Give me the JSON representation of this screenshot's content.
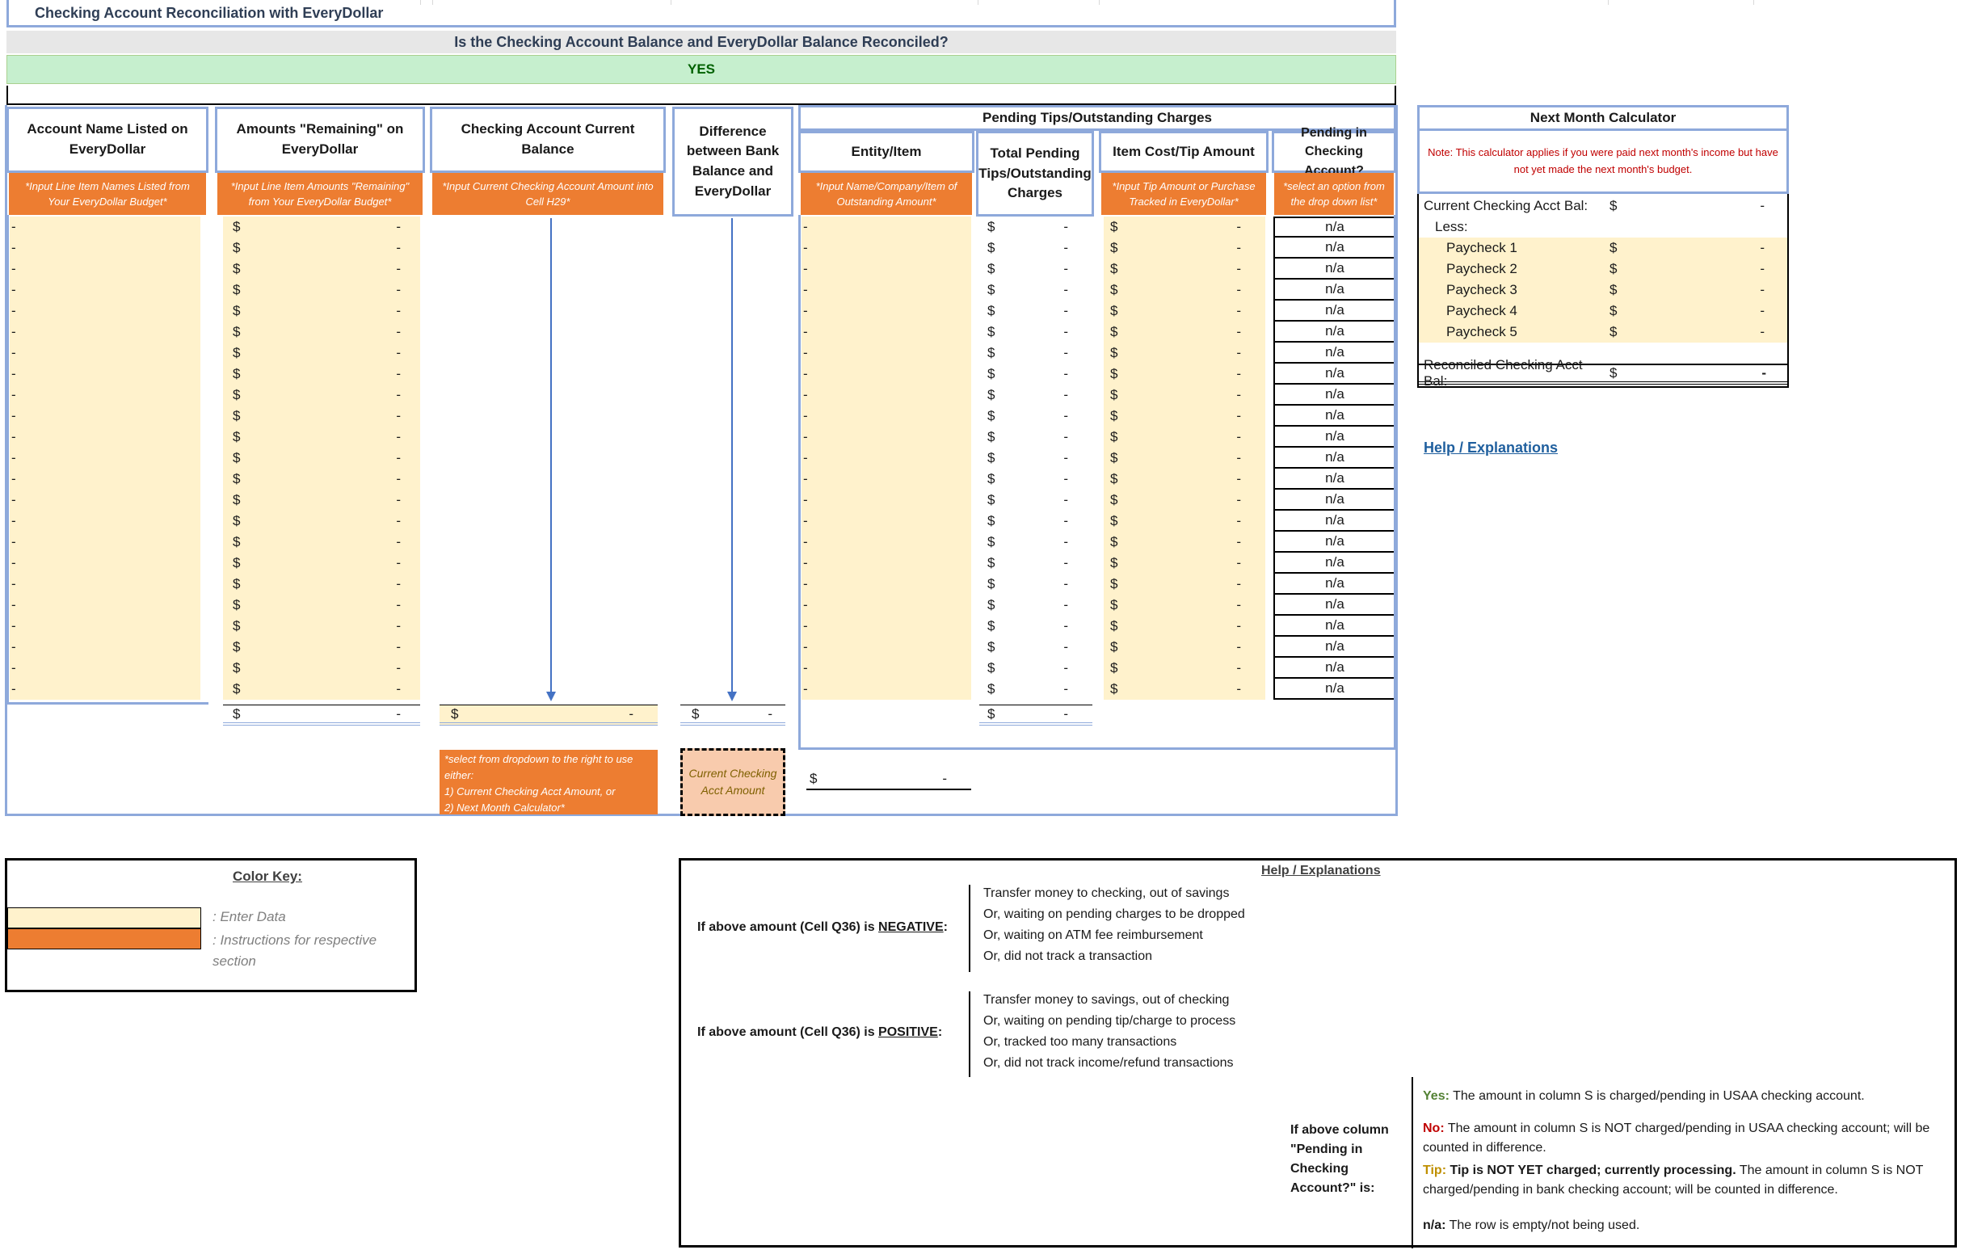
{
  "title": "Checking Account Reconciliation with EveryDollar",
  "question": "Is the Checking Account Balance and EveryDollar Balance Reconciled?",
  "answer": "YES",
  "columns": {
    "account": {
      "header": "Account Name Listed on EveryDollar",
      "instruction": "*Input Line Item Names Listed from Your EveryDollar Budget*"
    },
    "remaining": {
      "header": "Amounts \"Remaining\" on EveryDollar",
      "instruction": "*Input Line Item Amounts \"Remaining\" from Your EveryDollar Budget*",
      "total_currency": "$",
      "total_value": "-"
    },
    "checking": {
      "header": "Checking Account Current Balance",
      "instruction": "*Input Current Checking Account Amount into Cell H29*",
      "total_currency": "$",
      "total_value": "-"
    },
    "difference": {
      "header": "Difference between Bank Balance and EveryDollar",
      "total_currency": "$",
      "total_value": "-"
    },
    "pending_group": "Pending Tips/Outstanding Charges",
    "entity": {
      "header": "Entity/Item",
      "instruction": "*Input Name/Company/Item of Outstanding Amount*"
    },
    "total_pending": {
      "header": "Total Pending Tips/Outstanding Charges",
      "total_currency": "$",
      "total_value": "-"
    },
    "item_cost": {
      "header": "Item Cost/Tip Amount",
      "instruction": "*Input Tip Amount or Purchase Tracked in EveryDollar*"
    },
    "pending_in_checking": {
      "header": "Pending in Checking Account?",
      "instruction": "*select an option from the drop down list*"
    }
  },
  "rows": {
    "count": 23,
    "dash": "-",
    "currency": "$",
    "pending_value": "n/a"
  },
  "dropdown_note": "*select from dropdown to the right to use either:\n1) Current Checking Acct Amount, or\n2) Next Month Calculator*",
  "dropdown_value": "Current Checking Acct Amount",
  "q36": {
    "currency": "$",
    "value": "-"
  },
  "calculator": {
    "title": "Next Month Calculator",
    "note": "Note: This calculator applies if you were paid next month's income but have not yet made the next month's budget.",
    "current_label": "Current Checking Acct Bal:",
    "less_label": "Less:",
    "paychecks": [
      "Paycheck 1",
      "Paycheck 2",
      "Paycheck 3",
      "Paycheck 4",
      "Paycheck 5"
    ],
    "reconciled_label": "Reconciled Checking Acct Bal:",
    "currency": "$",
    "value": "-"
  },
  "help_link": "Help / Explanations",
  "color_key": {
    "title": "Color Key:",
    "enter": ": Enter Data",
    "instructions": ": Instructions for respective section"
  },
  "help": {
    "title": "Help / Explanations",
    "negative_label_pre": "If above amount (Cell Q36) is ",
    "negative_word": "NEGATIVE",
    "negative_items": [
      "Transfer money to checking, out of savings",
      "Or, waiting on pending charges to be dropped",
      "Or, waiting on ATM fee reimbursement",
      "Or, did not track a transaction"
    ],
    "positive_label_pre": "If above amount (Cell Q36) is ",
    "positive_word": "POSITIVE",
    "positive_items": [
      "Transfer money to savings, out of checking",
      "Or, waiting on pending tip/charge to process",
      "Or, tracked too many transactions",
      "Or, did not track income/refund transactions"
    ],
    "column_label": "If above column \"Pending in Checking Account?\" is:",
    "yes_key": "Yes:",
    "yes_text": "The amount in column S is charged/pending in USAA checking account.",
    "no_key": "No:",
    "no_text": "The amount in column S is NOT charged/pending in USAA checking account; will be counted in difference.",
    "tip_key": "Tip:",
    "tip_bold": "Tip is NOT YET charged; currently processing.",
    "tip_text": "The amount in column S is NOT charged/pending in bank checking account; will be counted in difference.",
    "na_key": "n/a:",
    "na_text": "The row is empty/not being used."
  },
  "colors": {
    "cream": "#fff2cc",
    "orange": "#ed7d31",
    "blue_border": "#8ea9db",
    "green": "#c6efce",
    "green_text": "#006100",
    "red": "#c00000"
  }
}
